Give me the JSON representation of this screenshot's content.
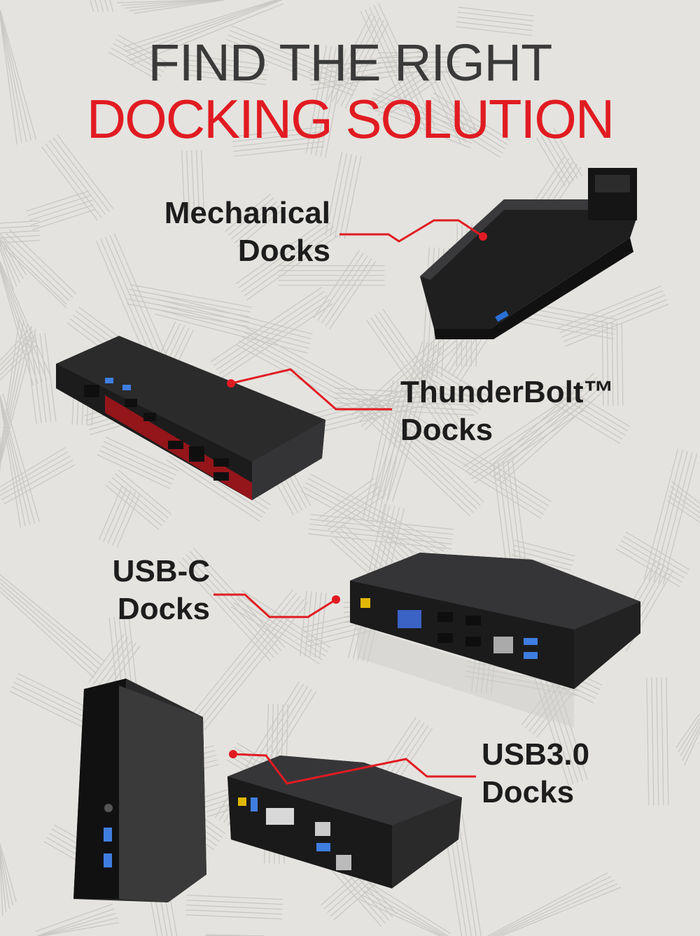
{
  "title": {
    "line1": "FIND THE RIGHT",
    "line2": "DOCKING SOLUTION"
  },
  "docks": [
    {
      "line1": "Mechanical",
      "line2": "Docks"
    },
    {
      "line1": "ThunderBolt™",
      "line2": "Docks"
    },
    {
      "line1": "USB-C",
      "line2": "Docks"
    },
    {
      "line1": "USB3.0",
      "line2": "Docks"
    }
  ],
  "colors": {
    "accent": "#e11b22",
    "text": "#1d1d1d",
    "background": "#e4e3df",
    "device": "#2a2a2b"
  }
}
